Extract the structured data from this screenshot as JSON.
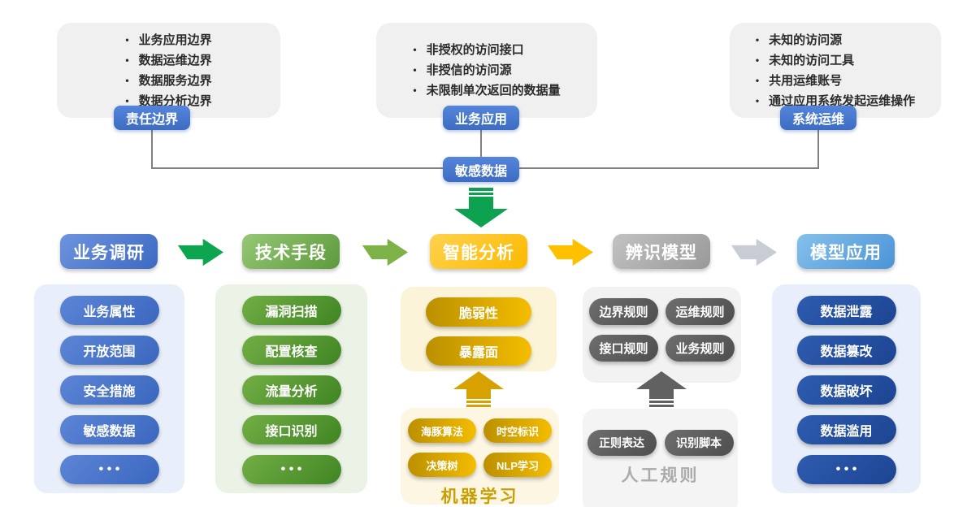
{
  "top_groups": [
    {
      "label": "责任边界",
      "items": [
        "业务应用边界",
        "数据运维边界",
        "数据服务边界",
        "数据分析边界"
      ]
    },
    {
      "label": "业务应用",
      "items": [
        "非授权的访问接口",
        "非授信的访问源",
        "未限制单次返回的数据量"
      ]
    },
    {
      "label": "系统运维",
      "items": [
        "未知的访问源",
        "未知的访问工具",
        "共用运维账号",
        "通过应用系统发起运维操作"
      ]
    }
  ],
  "sensitive_data_label": "敏感数据",
  "flow": {
    "stages": [
      {
        "label": "业务调研",
        "color": "#4a79ce"
      },
      {
        "label": "技术手段",
        "color": "#77b053"
      },
      {
        "label": "智能分析",
        "color": "#fcb900"
      },
      {
        "label": "辨识模型",
        "color": "#a8a8a8"
      },
      {
        "label": "模型应用",
        "color": "#58a0dc"
      }
    ],
    "arrows": [
      {
        "color": "#0ea551"
      },
      {
        "color": "#7db249"
      },
      {
        "color": "#ffc000"
      },
      {
        "color": "#c8ccd4"
      }
    ],
    "down_arrow": {
      "color": "#0ca24f"
    }
  },
  "columns": {
    "survey": {
      "pills": [
        "业务属性",
        "开放范围",
        "安全措施",
        "敏感数据",
        "•  •  •"
      ]
    },
    "tech": {
      "pills": [
        "漏洞扫描",
        "配置核查",
        "流量分析",
        "接口识别",
        "•  •  •"
      ]
    },
    "analysis": {
      "pills": [
        "脆弱性",
        "暴露面"
      ],
      "source": {
        "title": "机器学习",
        "title_color": "#c8a005",
        "pills": [
          "海豚算法",
          "时空标识",
          "决策树",
          "NLP学习"
        ],
        "arrow": {
          "color": "#d7a200"
        }
      }
    },
    "rules": {
      "pills": [
        "边界规则",
        "运维规则",
        "接口规则",
        "业务规则"
      ],
      "source": {
        "title": "人工规则",
        "title_color": "#ababab",
        "pills": [
          "正则表达",
          "识别脚本"
        ],
        "arrow": {
          "color": "#616161"
        }
      }
    },
    "risks": {
      "pills": [
        "数据泄露",
        "数据篡改",
        "数据破坏",
        "数据滥用",
        "•  •  •"
      ]
    }
  }
}
